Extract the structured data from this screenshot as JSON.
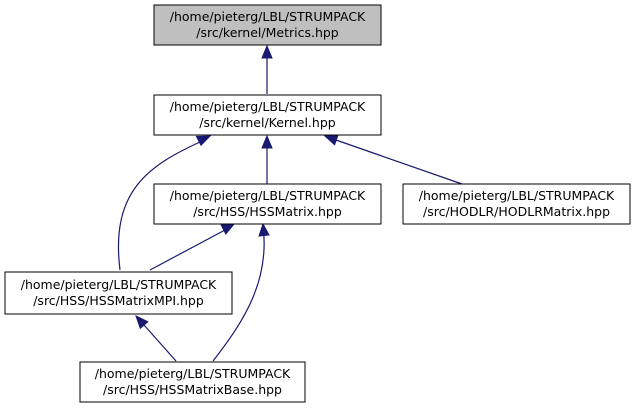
{
  "diagram": {
    "nodes": [
      {
        "id": "metrics",
        "line1": "/home/pieterg/LBL/STRUMPACK",
        "line2": "/src/kernel/Metrics.hpp",
        "highlight": true
      },
      {
        "id": "kernel",
        "line1": "/home/pieterg/LBL/STRUMPACK",
        "line2": "/src/kernel/Kernel.hpp",
        "highlight": false
      },
      {
        "id": "hssmatrix",
        "line1": "/home/pieterg/LBL/STRUMPACK",
        "line2": "/src/HSS/HSSMatrix.hpp",
        "highlight": false
      },
      {
        "id": "hodlrmatrix",
        "line1": "/home/pieterg/LBL/STRUMPACK",
        "line2": "/src/HODLR/HODLRMatrix.hpp",
        "highlight": false
      },
      {
        "id": "hssmatrixmpi",
        "line1": "/home/pieterg/LBL/STRUMPACK",
        "line2": "/src/HSS/HSSMatrixMPI.hpp",
        "highlight": false
      },
      {
        "id": "hssmatrixbase",
        "line1": "/home/pieterg/LBL/STRUMPACK",
        "line2": "/src/HSS/HSSMatrixBase.hpp",
        "highlight": false
      }
    ],
    "edges": [
      {
        "from": "kernel",
        "to": "metrics"
      },
      {
        "from": "hssmatrix",
        "to": "kernel"
      },
      {
        "from": "hodlrmatrix",
        "to": "kernel"
      },
      {
        "from": "hssmatrixmpi",
        "to": "kernel"
      },
      {
        "from": "hssmatrixmpi",
        "to": "hssmatrix"
      },
      {
        "from": "hssmatrixbase",
        "to": "hssmatrix"
      },
      {
        "from": "hssmatrixbase",
        "to": "hssmatrixmpi"
      }
    ],
    "colors": {
      "highlight_fill": "#bfbfbf",
      "node_fill": "#ffffff",
      "border": "#000000",
      "edge": "#191970"
    }
  }
}
